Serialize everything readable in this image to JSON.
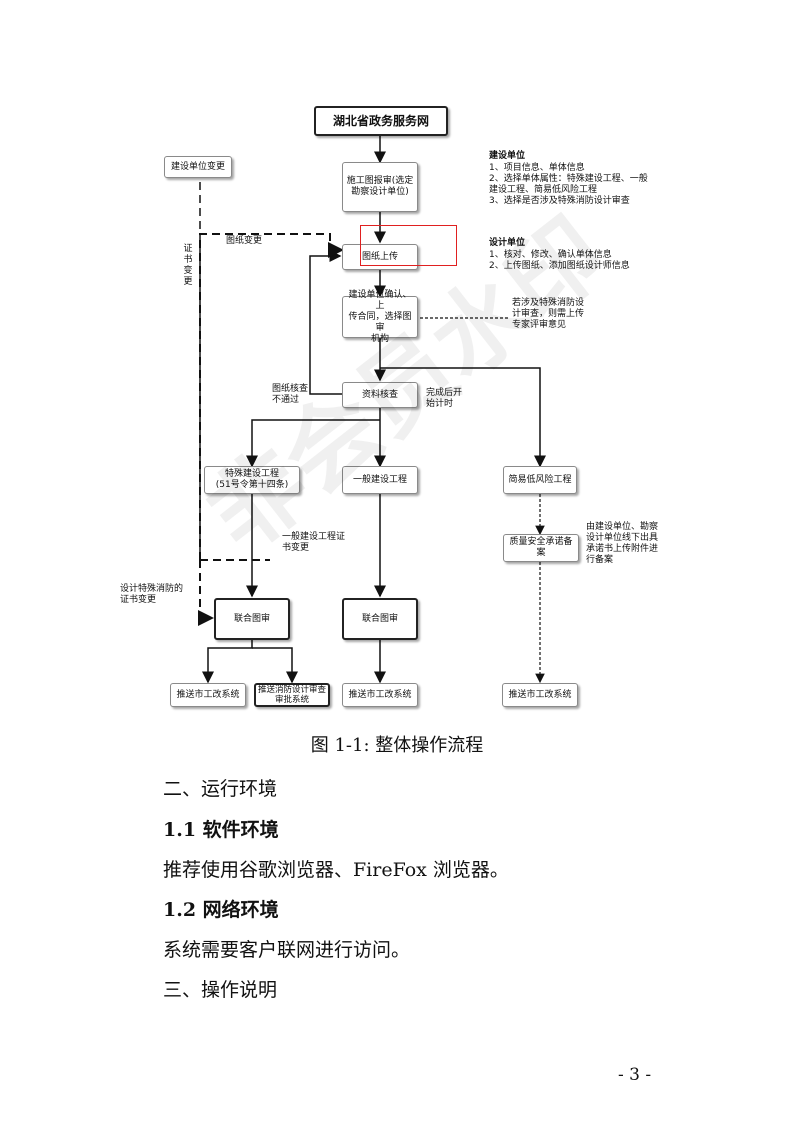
{
  "diagram": {
    "top_box": "湖北省政务服务网",
    "construction_unit_change": "建设单位变更",
    "cert_change_vertical": "证\n书\n变\n更",
    "report_box": "施工图报审(选定\n勘察设计单位)",
    "drawing_upload": "图纸上传",
    "drawing_change": "图纸变更",
    "confirm_box": "建设单位确认、上\n传合同，选择图审\n机构",
    "fire_note": "若涉及特殊消防设\n计审查，则需上传\n专家评审意见",
    "check_fail": "图纸核查\n不通过",
    "material_check": "资料核查",
    "timing_note": "完成后开\n始计时",
    "special_project": "特殊建设工程\n(51号令第十四条)",
    "general_project": "一般建设工程",
    "low_risk_project": "简易低风险工程",
    "general_cert_change": "一般建设工程证\n书变更",
    "quality_box": "质量安全承诺备案",
    "quality_note": "由建设单位、勘察\n设计单位线下出具\n承诺书上传附件进\n行备案",
    "fire_cert_change": "设计特殊消防的\n证书变更",
    "joint_review_1": "联合图审",
    "joint_review_2": "联合图审",
    "push_city_1": "推送市工改系统",
    "push_fire": "推送消防设计审查\n审批系统",
    "push_city_2": "推送市工改系统",
    "push_city_3": "推送市工改系统",
    "construction_unit_title": "建设单位",
    "construction_unit_items": "1、项目信息、单体信息\n2、选择单体属性：特殊建设工程、一般\n建设工程、简易低风险工程\n3、选择是否涉及特殊消防设计审查",
    "design_unit_title": "设计单位",
    "design_unit_items": "1、核对、修改、确认单体信息\n2、上传图纸、添加图纸设计师信息",
    "watermark": "非会员水印",
    "highlight_color": "#e02020"
  },
  "caption": "图 1-1:  整体操作流程",
  "sections": {
    "s2": "二、运行环境",
    "s21": "1.1 软件环境",
    "s21_text": "推荐使用谷歌浏览器、FireFox 浏览器。",
    "s22": "1.2 网络环境",
    "s22_text": "系统需要客户联网进行访问。",
    "s3": "三、操作说明"
  },
  "page_number": "- 3 -"
}
